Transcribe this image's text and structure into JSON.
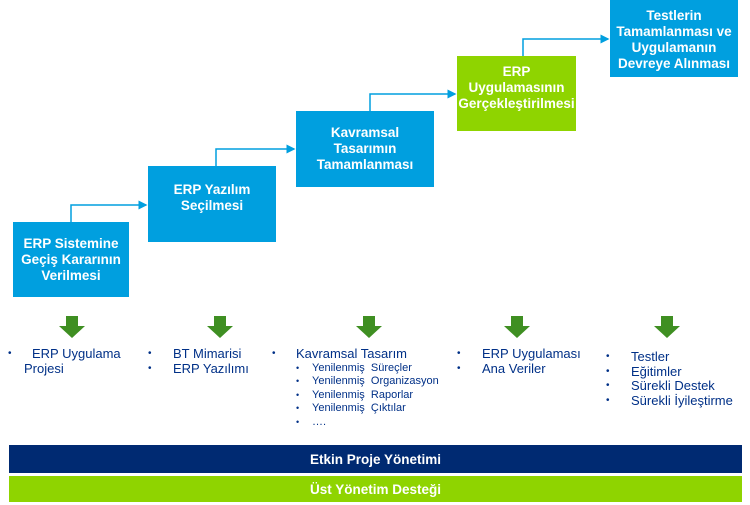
{
  "steps": [
    {
      "lines": [
        "ERP Sistemine",
        "Geçiş Kararının",
        "Verilmesi"
      ],
      "color": "#009fdf"
    },
    {
      "lines": [
        "ERP Yazılım",
        "Seçilmesi"
      ],
      "color": "#009fdf"
    },
    {
      "lines": [
        "Kavramsal",
        "Tasarımın",
        "Tamamlanması"
      ],
      "color": "#009fdf"
    },
    {
      "lines": [
        "ERP",
        "Uygulamasının",
        "Gerçekleştirilmesi"
      ],
      "color": "#8fd400"
    },
    {
      "lines": [
        "Testlerin",
        "Tamamlanması ve",
        "Uygulamanın",
        "Devreye Alınması"
      ],
      "color": "#009fdf"
    }
  ],
  "outputs": [
    {
      "items": [
        "ERP Uygulama Projesi"
      ]
    },
    {
      "items": [
        "BT Mimarisi",
        "ERP Yazılımı"
      ]
    },
    {
      "items": [
        "Kavramsal Tasarım"
      ],
      "subitems": [
        "Yenilenmiş  Süreçler",
        "Yenilenmiş  Organizasyon",
        "Yenilenmiş  Raporlar",
        "Yenilenmiş  Çıktılar",
        "…."
      ]
    },
    {
      "items": [
        "ERP Uygulaması",
        "Ana Veriler"
      ]
    },
    {
      "items": [
        "Testler",
        "Eğitimler",
        "Sürekli Destek",
        "Sürekli İyileştirme"
      ]
    }
  ],
  "bullet": "•",
  "bands": {
    "management": "Etkin Proje Yönetimi",
    "support": "Üst Yönetim Desteği"
  },
  "colors": {
    "step_blue": "#009fdf",
    "step_green": "#8fd400",
    "arrow_green": "#3f8f22",
    "text_navy": "#003087",
    "band_navy": "#002a72",
    "band_lime": "#8fd400"
  }
}
